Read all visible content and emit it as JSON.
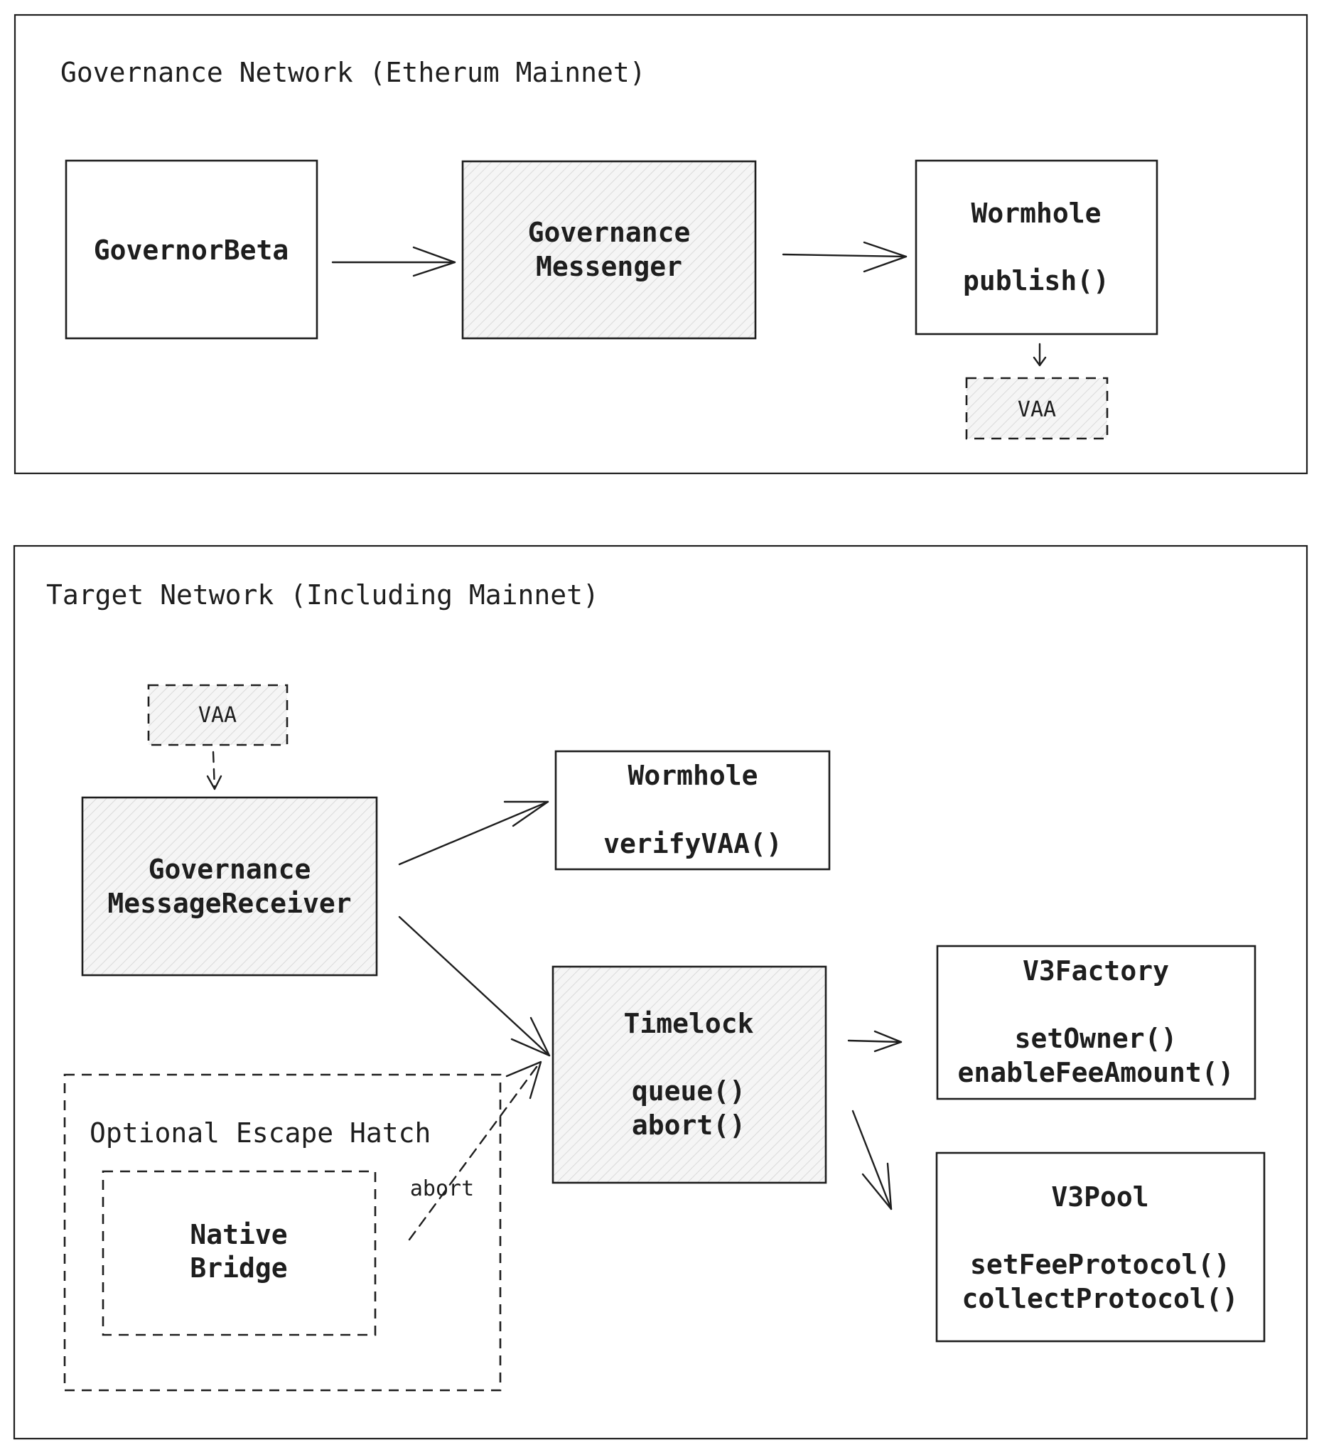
{
  "governance_network": {
    "title": "Governance Network (Etherum Mainnet)",
    "governor_beta": "GovernorBeta",
    "messenger": [
      "Governance",
      "Messenger"
    ],
    "wormhole": {
      "name": "Wormhole",
      "method": "publish()"
    },
    "vaa": "VAA"
  },
  "target_network": {
    "title": "Target Network (Including Mainnet)",
    "vaa": "VAA",
    "receiver": [
      "Governance",
      "MessageReceiver"
    ],
    "wormhole": {
      "name": "Wormhole",
      "method": "verifyVAA()"
    },
    "timelock": {
      "name": "Timelock",
      "methods": [
        "queue()",
        "abort()"
      ]
    },
    "v3factory": {
      "name": "V3Factory",
      "methods": [
        "setOwner()",
        "enableFeeAmount()"
      ]
    },
    "v3pool": {
      "name": "V3Pool",
      "methods": [
        "setFeeProtocol()",
        "collectProtocol()"
      ]
    },
    "escape_hatch": {
      "title": "Optional Escape Hatch",
      "bridge": [
        "Native",
        "Bridge"
      ],
      "abort_label": "abort"
    }
  }
}
